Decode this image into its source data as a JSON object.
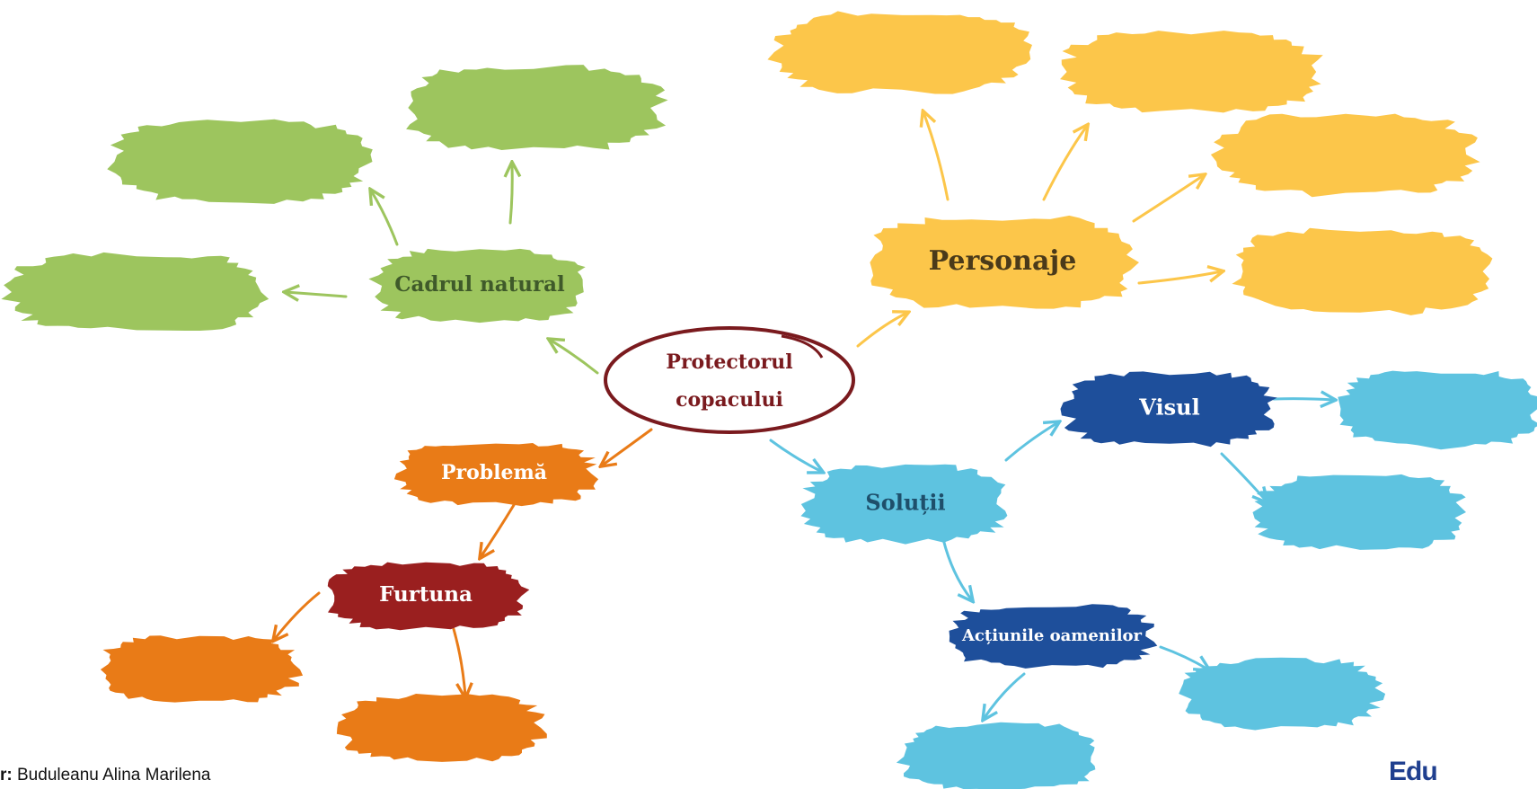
{
  "colors": {
    "green": "#9dc55e",
    "yellow": "#fcc64a",
    "orange": "#e97b17",
    "dark_red": "#9a1f1f",
    "light_blue": "#5ec3e0",
    "dark_blue": "#1e4f9b",
    "center_outline": "#7a1a1e"
  },
  "center": {
    "line1": "Protectorul",
    "line2": "copacului"
  },
  "branches": {
    "setting": {
      "label": "Cadrul natural",
      "empty_blobs": 3
    },
    "characters": {
      "label": "Personaje",
      "empty_blobs": 4
    },
    "problem": {
      "label": "Problemă"
    },
    "storm": {
      "label": "Furtuna",
      "empty_blobs": 2
    },
    "solutions": {
      "label": "Soluții"
    },
    "dream": {
      "label": "Visul",
      "empty_blobs": 2
    },
    "actions": {
      "label": "Acțiunile oamenilor",
      "empty_blobs": 2
    }
  },
  "footer": {
    "author_prefix": "r:",
    "author_name": " Buduleanu Alina Marilena",
    "logo_text": "Edu"
  }
}
